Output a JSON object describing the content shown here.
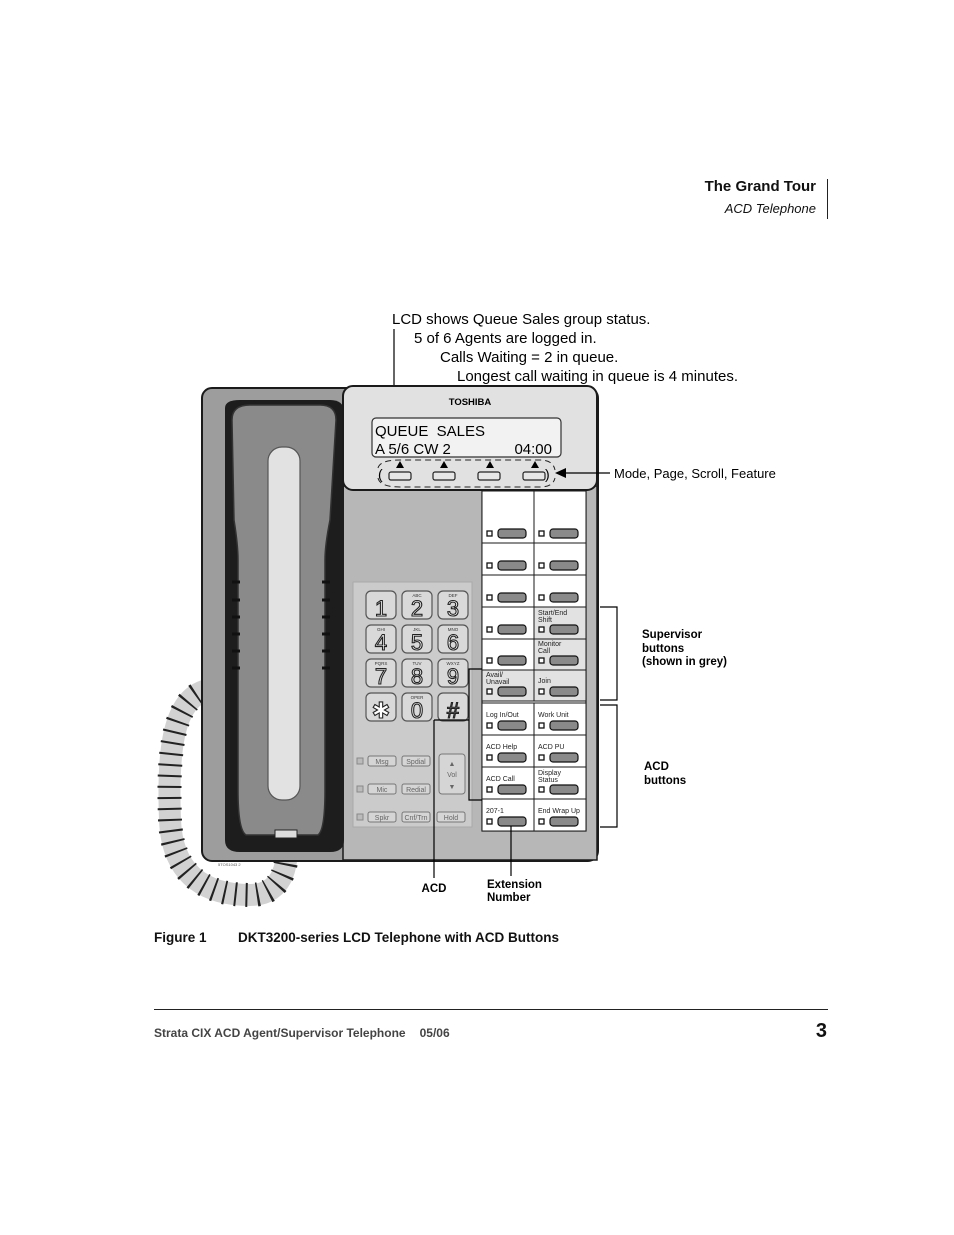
{
  "header": {
    "title": "The Grand Tour",
    "subtitle": "ACD Telephone"
  },
  "figure": {
    "annotation_lcd": [
      "LCD shows Queue Sales group status.",
      "5 of 6 Agents are logged in.",
      "Calls Waiting = 2 in queue.",
      "Longest call waiting in queue is 4 minutes."
    ],
    "brand": "TOSHIBA",
    "lcd_line1": "QUEUE  SALES",
    "lcd_line2_left": "A 5/6 CW 2",
    "lcd_line2_right": "04:00",
    "soft_keys_label": "Mode, Page, Scroll, Feature",
    "supervisor_label": [
      "Supervisor",
      "buttons",
      "(shown in grey)"
    ],
    "acd_buttons_label": [
      "ACD",
      "buttons"
    ],
    "acd_label": "ACD",
    "extension_label": [
      "Extension",
      "Number"
    ],
    "dial_keys": [
      {
        "digit": "1",
        "letters": ""
      },
      {
        "digit": "2",
        "letters": "ABC"
      },
      {
        "digit": "3",
        "letters": "DEF"
      },
      {
        "digit": "4",
        "letters": "GHI"
      },
      {
        "digit": "5",
        "letters": "JKL"
      },
      {
        "digit": "6",
        "letters": "MNO"
      },
      {
        "digit": "7",
        "letters": "PQRS"
      },
      {
        "digit": "8",
        "letters": "TUV"
      },
      {
        "digit": "9",
        "letters": "WXYZ"
      },
      {
        "digit": "✱",
        "letters": ""
      },
      {
        "digit": "0",
        "letters": "OPER"
      },
      {
        "digit": "#",
        "letters": ""
      }
    ],
    "function_keys": [
      "Msg",
      "Spdial",
      "Mic",
      "Redial",
      "Spkr",
      "Cnf/Trn",
      "Hold"
    ],
    "vol_label": "Vol",
    "button_rows": [
      {
        "left": "",
        "right": ""
      },
      {
        "left": "",
        "right": ""
      },
      {
        "left": "",
        "right": ""
      },
      {
        "left": "",
        "right": "Start/End Shift"
      },
      {
        "left": "",
        "right": "Monitor Call"
      },
      {
        "left": "Avail/ Unavail",
        "right": "Join"
      },
      {
        "left": "Log In/Out",
        "right": "Work Unit"
      },
      {
        "left": "ACD Help",
        "right": "ACD PU"
      },
      {
        "left": "ACD Call",
        "right": "Display Status"
      },
      {
        "left": "207-1",
        "right": "End Wrap Up"
      }
    ]
  },
  "caption": {
    "number": "Figure 1",
    "title": "DKT3200-series LCD Telephone with ACD Buttons"
  },
  "footer": {
    "title": "Strata CIX ACD Agent/Supervisor Telephone",
    "date": "05/06",
    "page": "3"
  }
}
